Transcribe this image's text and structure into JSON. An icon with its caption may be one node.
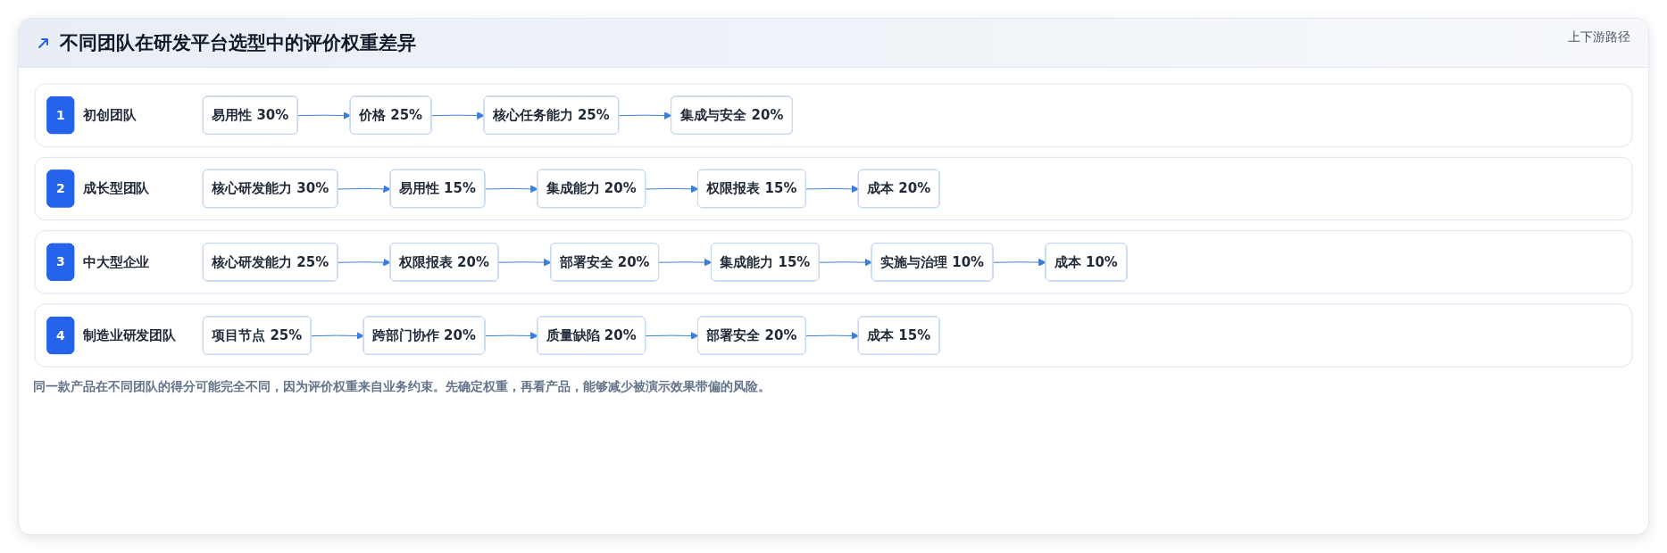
{
  "diagram": {
    "title": "不同团队在研发平台选型中的评价权重差异",
    "caption": "同一款产品在不同团队的得分可能完全不同，因为评价权重来自业务约束。先确定权重，再看产品，能够减少被演示效果带偏的风险。",
    "nodes": [
      {
        "text": [
          "初创团队"
        ]
      },
      {
        "text": [
          "1"
        ],
        "in": 0
      },
      {
        "text": [
          "易用性 30%"
        ],
        "in": 0
      },
      {
        "text": [
          "价格 25%"
        ],
        "in": 0
      },
      {
        "text": [
          "核心任务能力 25%"
        ],
        "in": 0
      },
      {
        "text": [
          "集成与安全 20%"
        ],
        "in": 0
      },
      {
        "text": [
          "成长型团队"
        ]
      },
      {
        "text": [
          "2"
        ],
        "in": 6
      },
      {
        "text": [
          "核心研发能力 30%"
        ],
        "in": 6
      },
      {
        "text": [
          "易用性 15%"
        ],
        "in": 6
      },
      {
        "text": [
          "集成能力 20%"
        ],
        "in": 6
      },
      {
        "text": [
          "权限报表 15%"
        ],
        "in": 6
      },
      {
        "text": [
          "成本 20%"
        ],
        "in": 6
      },
      {
        "text": [
          "中大型企业"
        ]
      },
      {
        "text": [
          "3"
        ],
        "in": 13
      },
      {
        "text": [
          "核心研发能力 25%"
        ],
        "in": 13
      },
      {
        "text": [
          "权限报表 20%"
        ],
        "in": 13
      },
      {
        "text": [
          "部署安全 20%"
        ],
        "in": 13
      },
      {
        "text": [
          "集成能力 15%"
        ],
        "in": 13
      },
      {
        "text": [
          "实施与治理 10%"
        ],
        "in": 13
      },
      {
        "text": [
          "成本 10%"
        ],
        "in": 13
      },
      {
        "text": [
          "制造业研发团队"
        ]
      },
      {
        "text": [
          "4"
        ],
        "in": 21
      },
      {
        "text": [
          "项目节点 25%"
        ],
        "in": 21
      },
      {
        "text": [
          "跨部门协作 20%"
        ],
        "in": 21
      },
      {
        "text": [
          "质量缺陷 20%"
        ],
        "in": 21
      },
      {
        "text": [
          "部署安全 20%"
        ],
        "in": 21
      },
      {
        "text": [
          "成本 15%"
        ],
        "in": 21
      }
    ],
    "edges": [
      {
        "from": 2,
        "to": 3,
        "arrow": "to"
      },
      {
        "from": 3,
        "to": 4,
        "arrow": "to"
      },
      {
        "from": 4,
        "to": 5,
        "arrow": "to"
      },
      {
        "from": 8,
        "to": 9,
        "arrow": "to"
      },
      {
        "from": 9,
        "to": 10,
        "arrow": "to"
      },
      {
        "from": 10,
        "to": 11,
        "arrow": "to"
      },
      {
        "from": 11,
        "to": 12,
        "arrow": "to"
      },
      {
        "from": 15,
        "to": 16,
        "arrow": "to"
      },
      {
        "from": 16,
        "to": 17,
        "arrow": "to"
      },
      {
        "from": 17,
        "to": 18,
        "arrow": "to"
      },
      {
        "from": 18,
        "to": 19,
        "arrow": "to"
      },
      {
        "from": 19,
        "to": 20,
        "arrow": "to"
      },
      {
        "from": 23,
        "to": 24,
        "arrow": "to"
      },
      {
        "from": 24,
        "to": 25,
        "arrow": "to"
      },
      {
        "from": 25,
        "to": 26,
        "arrow": "to"
      },
      {
        "from": 26,
        "to": 27,
        "arrow": "to"
      }
    ],
    "labels": [
      "上下游路径"
    ]
  }
}
